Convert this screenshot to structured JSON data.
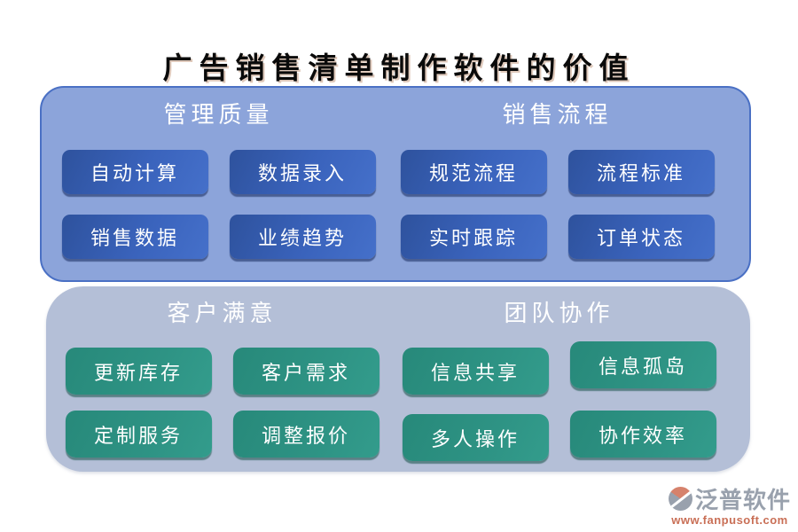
{
  "title": "广告销售清单制作软件的价值",
  "panels": [
    {
      "sections": [
        {
          "header": "管理质量",
          "buttons": [
            "自动计算",
            "数据录入",
            "销售数据",
            "业绩趋势"
          ]
        },
        {
          "header": "销售流程",
          "buttons": [
            "规范流程",
            "流程标准",
            "实时跟踪",
            "订单状态"
          ]
        }
      ]
    },
    {
      "sections": [
        {
          "header": "客户满意",
          "buttons": [
            "更新库存",
            "客户需求",
            "定制服务",
            "调整报价"
          ]
        },
        {
          "header": "团队协作",
          "buttons": [
            "信息共享",
            "信息孤岛",
            "多人操作",
            "协作效率"
          ]
        }
      ]
    }
  ],
  "footer": {
    "brand": "泛普软件",
    "url": "www.fanpusoft.com"
  },
  "colors": {
    "panel_top": "#8CA4DA",
    "panel_top_border": "#4A70C4",
    "panel_bottom": "#B4BFD7",
    "button_blue": "#3A63BC",
    "button_green": "#2E9384",
    "brand_gray": "#99A1AD",
    "brand_salmon": "#C96F56"
  }
}
